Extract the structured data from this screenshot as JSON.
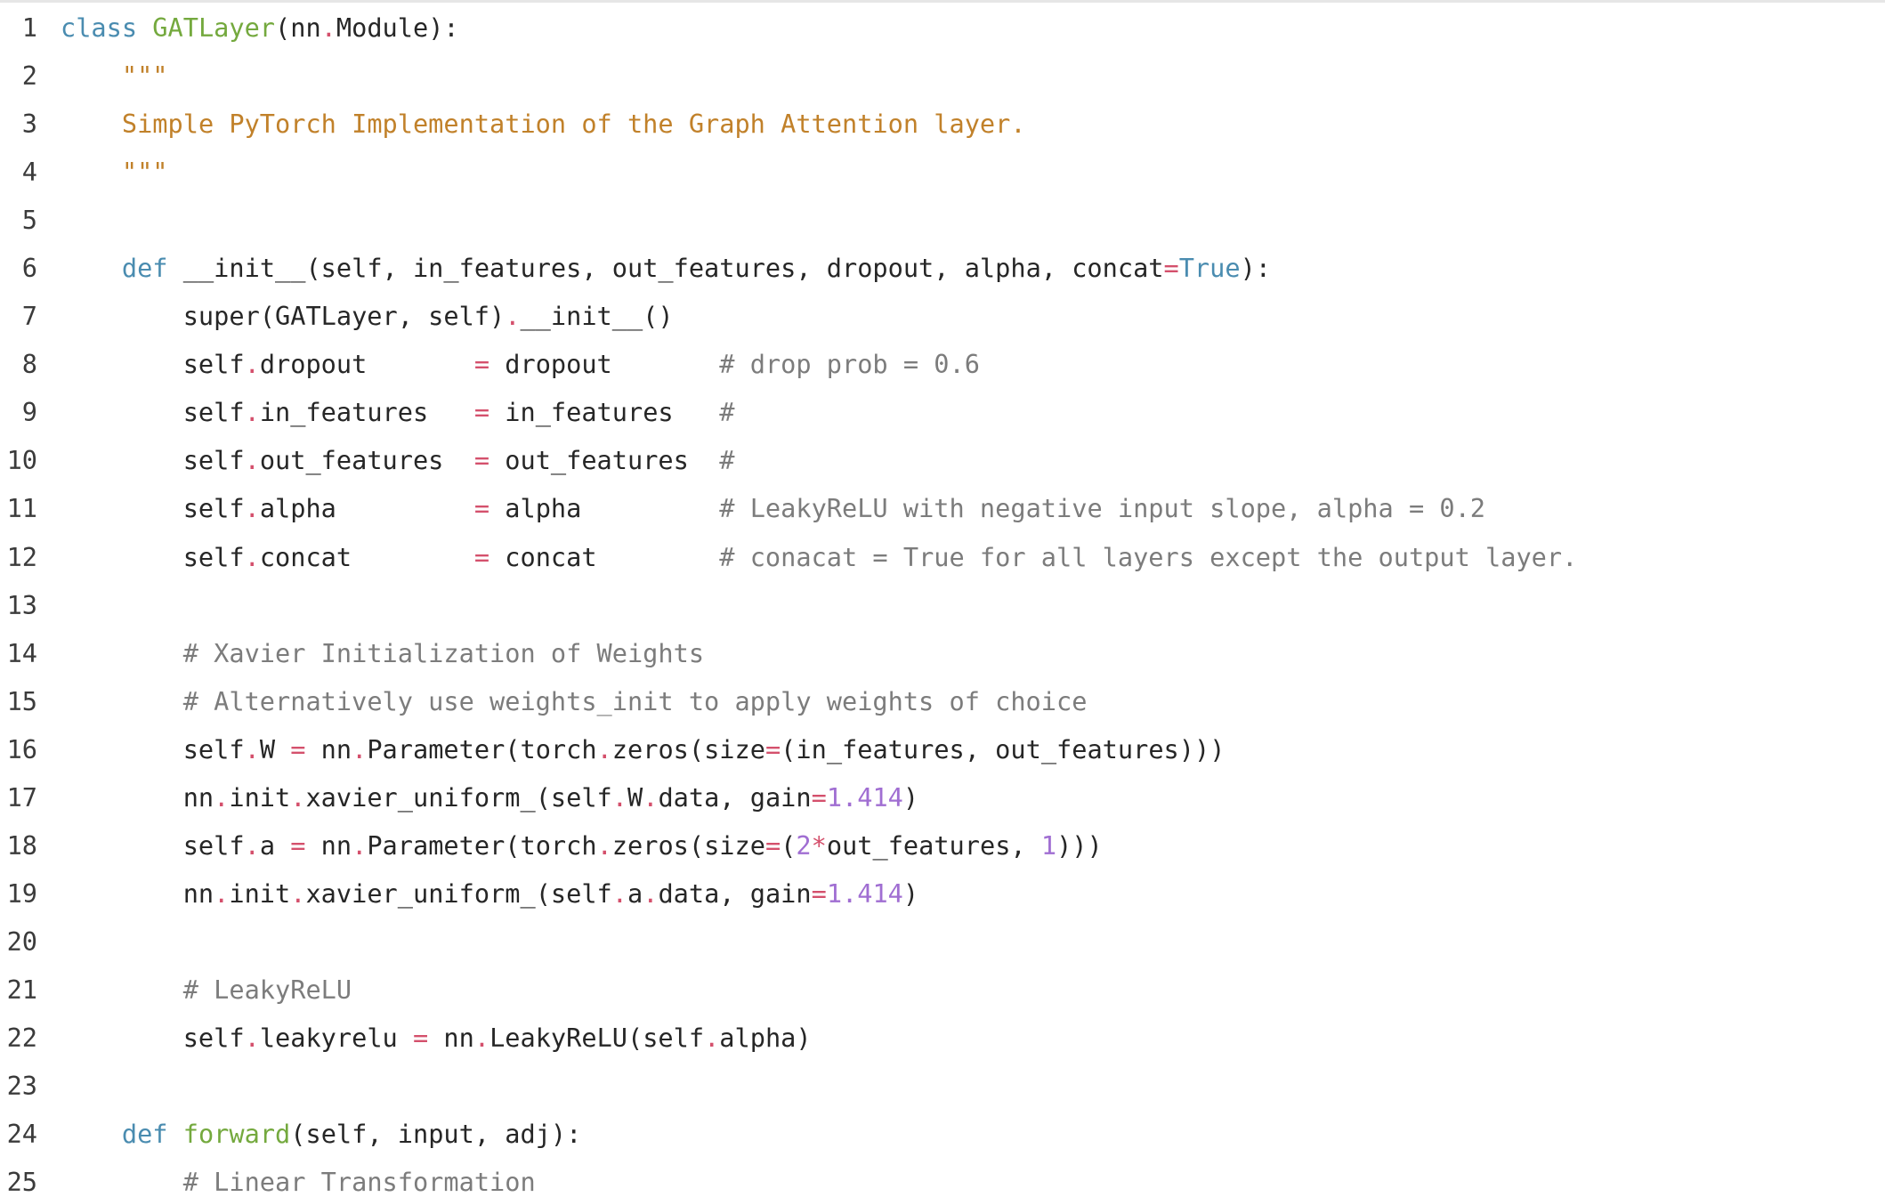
{
  "editor": {
    "language": "python",
    "colors": {
      "keyword": "#4a8cb0",
      "class_name": "#74a93e",
      "string": "#c1812a",
      "comment": "#7c7c7c",
      "operator": "#d4506c",
      "number": "#a06ed2",
      "text": "#262626"
    },
    "lines": [
      {
        "n": "1",
        "tokens": [
          [
            "kw",
            "class"
          ],
          [
            "pl",
            " "
          ],
          [
            "cls",
            "GATLayer"
          ],
          [
            "pl",
            "(nn"
          ],
          [
            "op",
            "."
          ],
          [
            "pl",
            "Module):"
          ]
        ]
      },
      {
        "n": "2",
        "tokens": [
          [
            "pl",
            "    "
          ],
          [
            "str",
            "\"\"\""
          ]
        ]
      },
      {
        "n": "3",
        "tokens": [
          [
            "pl",
            "    "
          ],
          [
            "str",
            "Simple PyTorch Implementation of the Graph Attention layer."
          ]
        ]
      },
      {
        "n": "4",
        "tokens": [
          [
            "pl",
            "    "
          ],
          [
            "str",
            "\"\"\""
          ]
        ]
      },
      {
        "n": "5",
        "tokens": []
      },
      {
        "n": "6",
        "tokens": [
          [
            "pl",
            "    "
          ],
          [
            "kw",
            "def"
          ],
          [
            "pl",
            " __init__(self, in_features, out_features, dropout, alpha, concat"
          ],
          [
            "op",
            "="
          ],
          [
            "bi",
            "True"
          ],
          [
            "pl",
            "):"
          ]
        ]
      },
      {
        "n": "7",
        "tokens": [
          [
            "pl",
            "        super(GATLayer, self)"
          ],
          [
            "op",
            "."
          ],
          [
            "pl",
            "__init__()"
          ]
        ]
      },
      {
        "n": "8",
        "tokens": [
          [
            "pl",
            "        self"
          ],
          [
            "op",
            "."
          ],
          [
            "pl",
            "dropout       "
          ],
          [
            "op",
            "="
          ],
          [
            "pl",
            " dropout       "
          ],
          [
            "cm",
            "# drop prob = 0.6"
          ]
        ]
      },
      {
        "n": "9",
        "tokens": [
          [
            "pl",
            "        self"
          ],
          [
            "op",
            "."
          ],
          [
            "pl",
            "in_features   "
          ],
          [
            "op",
            "="
          ],
          [
            "pl",
            " in_features   "
          ],
          [
            "cm",
            "#"
          ]
        ]
      },
      {
        "n": "10",
        "tokens": [
          [
            "pl",
            "        self"
          ],
          [
            "op",
            "."
          ],
          [
            "pl",
            "out_features  "
          ],
          [
            "op",
            "="
          ],
          [
            "pl",
            " out_features  "
          ],
          [
            "cm",
            "#"
          ]
        ]
      },
      {
        "n": "11",
        "tokens": [
          [
            "pl",
            "        self"
          ],
          [
            "op",
            "."
          ],
          [
            "pl",
            "alpha         "
          ],
          [
            "op",
            "="
          ],
          [
            "pl",
            " alpha         "
          ],
          [
            "cm",
            "# LeakyReLU with negative input slope, alpha = 0.2"
          ]
        ]
      },
      {
        "n": "12",
        "tokens": [
          [
            "pl",
            "        self"
          ],
          [
            "op",
            "."
          ],
          [
            "pl",
            "concat        "
          ],
          [
            "op",
            "="
          ],
          [
            "pl",
            " concat        "
          ],
          [
            "cm",
            "# conacat = True for all layers except the output layer."
          ]
        ]
      },
      {
        "n": "13",
        "tokens": []
      },
      {
        "n": "14",
        "tokens": [
          [
            "pl",
            "        "
          ],
          [
            "cm",
            "# Xavier Initialization of Weights"
          ]
        ]
      },
      {
        "n": "15",
        "tokens": [
          [
            "pl",
            "        "
          ],
          [
            "cm",
            "# Alternatively use weights_init to apply weights of choice"
          ]
        ]
      },
      {
        "n": "16",
        "tokens": [
          [
            "pl",
            "        self"
          ],
          [
            "op",
            "."
          ],
          [
            "pl",
            "W "
          ],
          [
            "op",
            "="
          ],
          [
            "pl",
            " nn"
          ],
          [
            "op",
            "."
          ],
          [
            "pl",
            "Parameter(torch"
          ],
          [
            "op",
            "."
          ],
          [
            "pl",
            "zeros(size"
          ],
          [
            "op",
            "="
          ],
          [
            "pl",
            "(in_features, out_features)))"
          ]
        ]
      },
      {
        "n": "17",
        "tokens": [
          [
            "pl",
            "        nn"
          ],
          [
            "op",
            "."
          ],
          [
            "pl",
            "init"
          ],
          [
            "op",
            "."
          ],
          [
            "pl",
            "xavier_uniform_(self"
          ],
          [
            "op",
            "."
          ],
          [
            "pl",
            "W"
          ],
          [
            "op",
            "."
          ],
          [
            "pl",
            "data, gain"
          ],
          [
            "op",
            "="
          ],
          [
            "num",
            "1.414"
          ],
          [
            "pl",
            ")"
          ]
        ]
      },
      {
        "n": "18",
        "tokens": [
          [
            "pl",
            "        self"
          ],
          [
            "op",
            "."
          ],
          [
            "pl",
            "a "
          ],
          [
            "op",
            "="
          ],
          [
            "pl",
            " nn"
          ],
          [
            "op",
            "."
          ],
          [
            "pl",
            "Parameter(torch"
          ],
          [
            "op",
            "."
          ],
          [
            "pl",
            "zeros(size"
          ],
          [
            "op",
            "="
          ],
          [
            "pl",
            "("
          ],
          [
            "num",
            "2"
          ],
          [
            "op",
            "*"
          ],
          [
            "pl",
            "out_features, "
          ],
          [
            "num",
            "1"
          ],
          [
            "pl",
            ")))"
          ]
        ]
      },
      {
        "n": "19",
        "tokens": [
          [
            "pl",
            "        nn"
          ],
          [
            "op",
            "."
          ],
          [
            "pl",
            "init"
          ],
          [
            "op",
            "."
          ],
          [
            "pl",
            "xavier_uniform_(self"
          ],
          [
            "op",
            "."
          ],
          [
            "pl",
            "a"
          ],
          [
            "op",
            "."
          ],
          [
            "pl",
            "data, gain"
          ],
          [
            "op",
            "="
          ],
          [
            "num",
            "1.414"
          ],
          [
            "pl",
            ")"
          ]
        ]
      },
      {
        "n": "20",
        "tokens": []
      },
      {
        "n": "21",
        "tokens": [
          [
            "pl",
            "        "
          ],
          [
            "cm",
            "# LeakyReLU"
          ]
        ]
      },
      {
        "n": "22",
        "tokens": [
          [
            "pl",
            "        self"
          ],
          [
            "op",
            "."
          ],
          [
            "pl",
            "leakyrelu "
          ],
          [
            "op",
            "="
          ],
          [
            "pl",
            " nn"
          ],
          [
            "op",
            "."
          ],
          [
            "pl",
            "LeakyReLU(self"
          ],
          [
            "op",
            "."
          ],
          [
            "pl",
            "alpha)"
          ]
        ]
      },
      {
        "n": "23",
        "tokens": []
      },
      {
        "n": "24",
        "tokens": [
          [
            "pl",
            "    "
          ],
          [
            "kw",
            "def"
          ],
          [
            "pl",
            " "
          ],
          [
            "cls",
            "forward"
          ],
          [
            "pl",
            "(self, input, adj):"
          ]
        ]
      },
      {
        "n": "25",
        "tokens": [
          [
            "pl",
            "        "
          ],
          [
            "cm",
            "# Linear Transformation"
          ]
        ]
      }
    ]
  }
}
